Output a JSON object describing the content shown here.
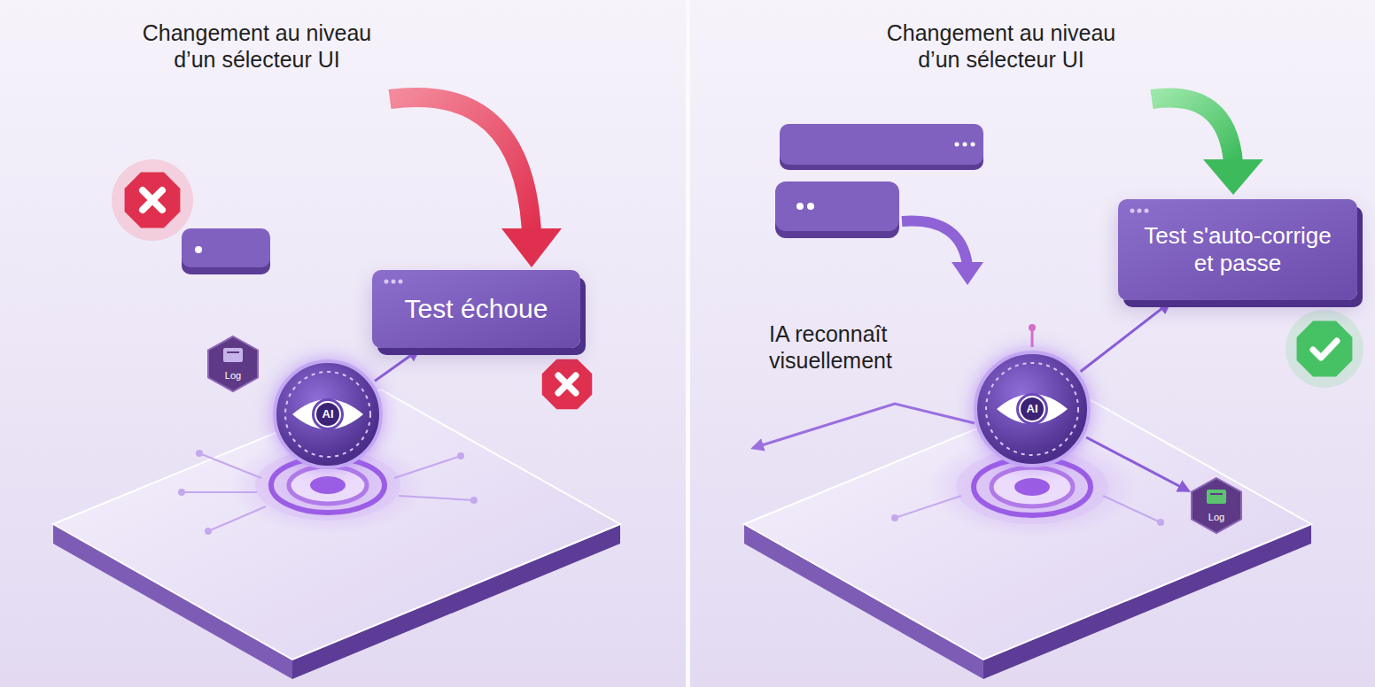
{
  "diagram": {
    "nodes": [
      {
        "text": [
          "Test échoue"
        ]
      },
      {
        "text": [
          "Log"
        ]
      },
      {
        "text": [
          "AI"
        ]
      },
      {
        "text": [
          "Test s'auto-corrige et passe"
        ]
      },
      {
        "text": [
          "AI"
        ]
      },
      {
        "text": [
          "Log"
        ]
      }
    ],
    "edges": [
      {
        "from": 2,
        "to": 0,
        "arrow": "to"
      },
      {
        "from": 4,
        "to": 3,
        "arrow": "to"
      },
      {
        "from": 4,
        "to": 5,
        "arrow": "to"
      }
    ],
    "labels": [
      "Changement au niveau d’un sélecteur UI",
      "Changement au niveau d’un sélecteur UI",
      "IA reconnaît visuellement"
    ]
  }
}
